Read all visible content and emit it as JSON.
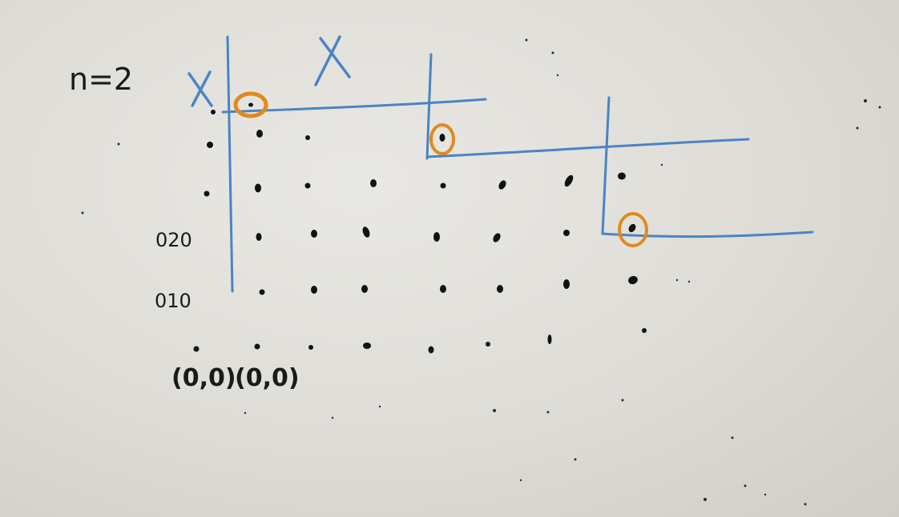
{
  "board": {
    "n_label": "n=2",
    "row_labels": [
      "020",
      "010"
    ],
    "bottom_labels": [
      "(0,0)",
      "(0,0)"
    ]
  },
  "colors": {
    "board": "#e5e4df",
    "ink": "#111111",
    "blue_marker": "#4a84c4",
    "orange_marker": "#e08a1e"
  }
}
